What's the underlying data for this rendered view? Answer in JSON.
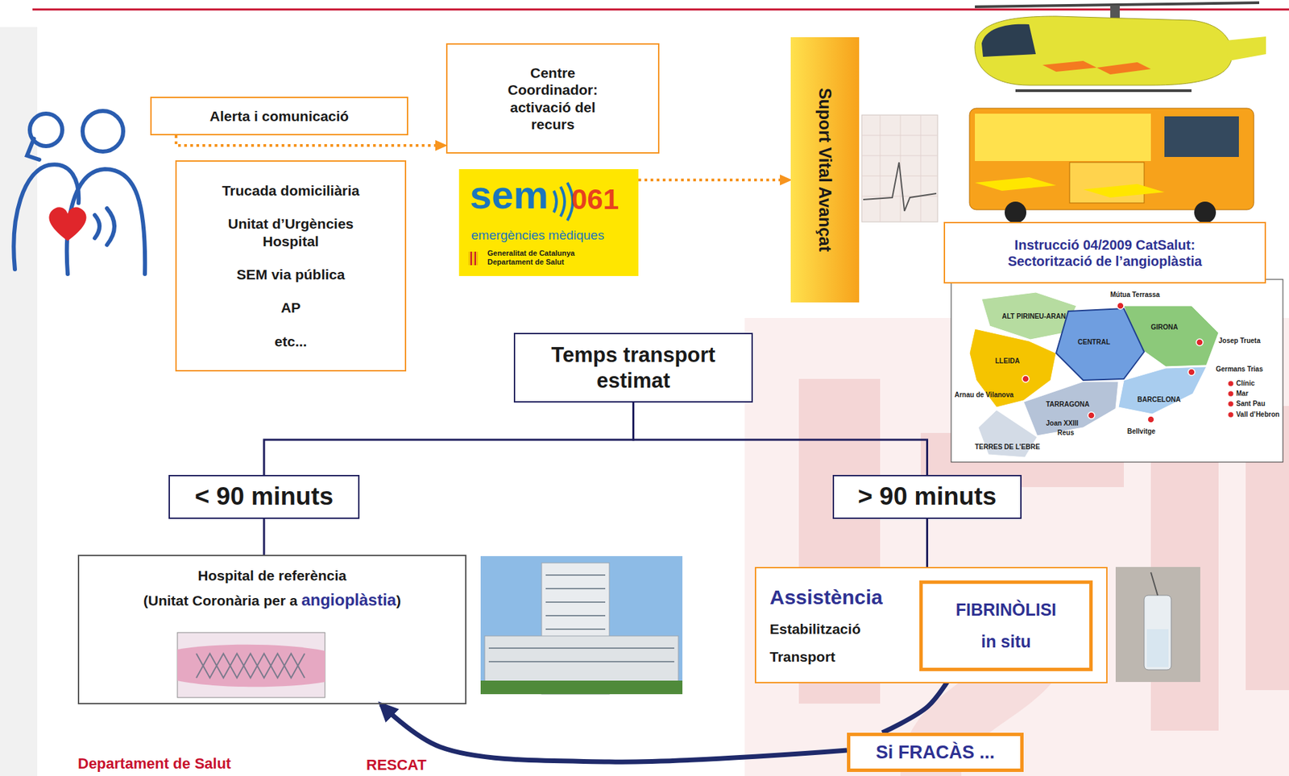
{
  "diagram": {
    "nodes": [
      {
        "text": [
          "Alerta i comunicació"
        ]
      },
      {
        "text": [
          "Trucada domiciliària",
          "Unitat d’Urgències Hospital",
          "SEM via pública",
          "AP",
          "etc..."
        ]
      },
      {
        "text": [
          "Centre Coordinador: activació del recurs"
        ]
      },
      {
        "text": [
          "sem",
          "061",
          "emergències mèdiques",
          "Generalitat de Catalunya Departament de Salut"
        ]
      },
      {
        "text": [
          "Suport Vital Avançat"
        ]
      },
      {
        "text": [
          "Instrucció 04/2009 CatSalut: Sectorització de l’angioplàstia"
        ]
      },
      {
        "text": [
          "Temps transport estimat"
        ]
      },
      {
        "text": [
          "< 90 minuts"
        ]
      },
      {
        "text": [
          "> 90 minuts"
        ]
      },
      {
        "text": [
          "Hospital de referència",
          "(Unitat Coronària per a angioplàstia)"
        ]
      },
      {
        "text": [
          "Assistència",
          "Estabilització",
          "Transport"
        ]
      },
      {
        "text": [
          "FIBRINÒLISI in situ"
        ],
        "in": 10
      },
      {
        "text": [
          "Si FRACÀS ..."
        ]
      }
    ],
    "edges": [
      {
        "from": 0,
        "to": 2,
        "arrow": "to"
      },
      {
        "from": 3,
        "to": 4,
        "arrow": "to"
      },
      {
        "from": 6,
        "to": 7,
        "arrow": "none"
      },
      {
        "from": 6,
        "to": 8,
        "arrow": "none"
      },
      {
        "from": 7,
        "to": 9,
        "arrow": "none"
      },
      {
        "from": 8,
        "to": 10,
        "arrow": "none"
      },
      {
        "from": 11,
        "to": 12,
        "arrow": "none"
      },
      {
        "from": 12,
        "to": 9,
        "label": "RESCAT",
        "arrow": "to"
      }
    ],
    "labels": [
      "ALT PIRINEU-ARAN",
      "Mútua Terrassa",
      "GIRONA",
      "CENTRAL",
      "Josep Trueta",
      "LLEIDA",
      "Germans Trias",
      "BARCELONA",
      "Clínic",
      "Arnau de Vilanova",
      "Mar",
      "TARRAGONA",
      "Sant Pau",
      "Vall d’Hebron",
      "Joan XXIII",
      "Reus",
      "Bellvitge",
      "TERRES DE L’EBRE",
      "Departament de Salut"
    ]
  }
}
